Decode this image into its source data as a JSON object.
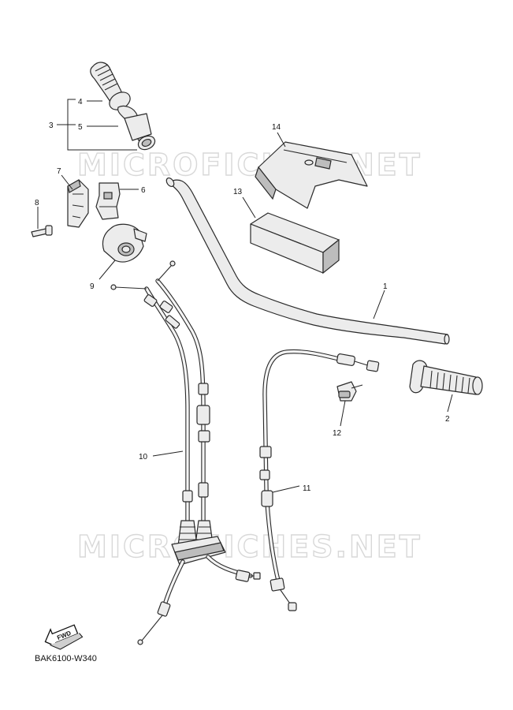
{
  "watermark": "MICROFICHES.NET",
  "drawing_code": "BAK6100-W340",
  "fwd_label": "FWD",
  "callouts": {
    "c1": "1",
    "c2": "2",
    "c3": "3",
    "c4": "4",
    "c5": "5",
    "c6": "6",
    "c7": "7",
    "c8": "8",
    "c9": "9",
    "c10": "10",
    "c11": "11",
    "c12": "12",
    "c13": "13",
    "c14": "14"
  }
}
